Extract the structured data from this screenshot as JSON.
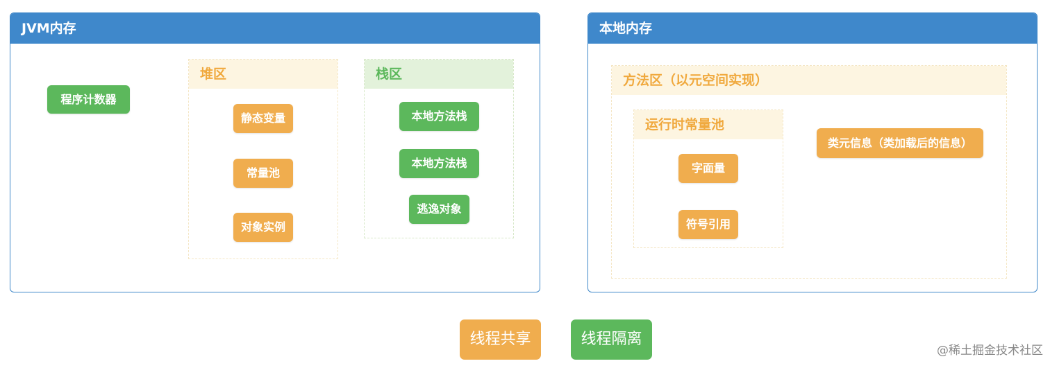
{
  "jvm_memory": {
    "title": "JVM内存",
    "program_counter": "程序计数器",
    "heap": {
      "title": "堆区",
      "items": [
        "静态变量",
        "常量池",
        "对象实例"
      ]
    },
    "stack": {
      "title": "栈区",
      "items": [
        "本地方法栈",
        "本地方法栈",
        "逃逸对象"
      ]
    }
  },
  "native_memory": {
    "title": "本地内存",
    "method_area": {
      "title": "方法区（以元空间实现）",
      "runtime_constant_pool": {
        "title": "运行时常量池",
        "items": [
          "字面量",
          "符号引用"
        ]
      },
      "class_metadata": "类元信息（类加载后的信息）"
    }
  },
  "legend": {
    "shared": "线程共享",
    "isolated": "线程隔离"
  },
  "watermark": "@稀土掘金技术社区",
  "colors": {
    "panel_header": "#3f88cb",
    "shared_orange": "#f0ad4e",
    "isolated_green": "#5cb85c"
  }
}
